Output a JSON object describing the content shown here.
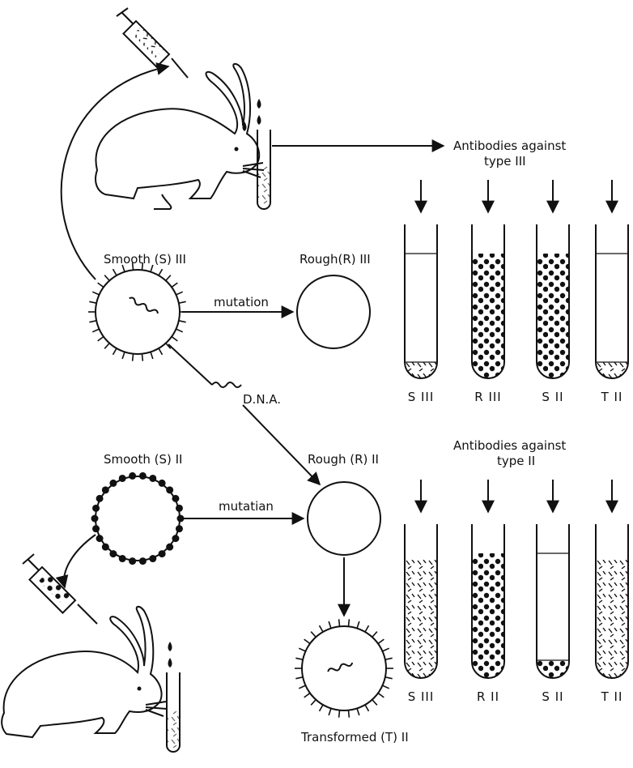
{
  "labels": {
    "smooth_iii": "Smooth (S) III",
    "rough_iii": "Rough(R) III",
    "mutation_top": "mutation",
    "dna": "D.N.A.",
    "smooth_ii": "Smooth (S) II",
    "rough_ii": "Rough (R) II",
    "mutation_bottom": "mutatian",
    "transformed": "Transformed (T) II",
    "antibodies_iii_line1": "Antibodies against",
    "antibodies_iii_line2": "type III",
    "antibodies_ii_line1": "Antibodies against",
    "antibodies_ii_line2": "type II"
  },
  "tubes_type_iii": [
    {
      "label": "S III",
      "fill": "pellet-dashes"
    },
    {
      "label": "R III",
      "fill": "dots-full"
    },
    {
      "label": "S II",
      "fill": "dots-full"
    },
    {
      "label": "T II",
      "fill": "pellet-dashes"
    }
  ],
  "tubes_type_ii": [
    {
      "label": "S III",
      "fill": "dashes-full"
    },
    {
      "label": "R II",
      "fill": "dots-full"
    },
    {
      "label": "S II",
      "fill": "pellet-dots"
    },
    {
      "label": "T II",
      "fill": "dashes-full"
    }
  ],
  "colors": {
    "ink": "#111111",
    "paper": "#ffffff"
  }
}
